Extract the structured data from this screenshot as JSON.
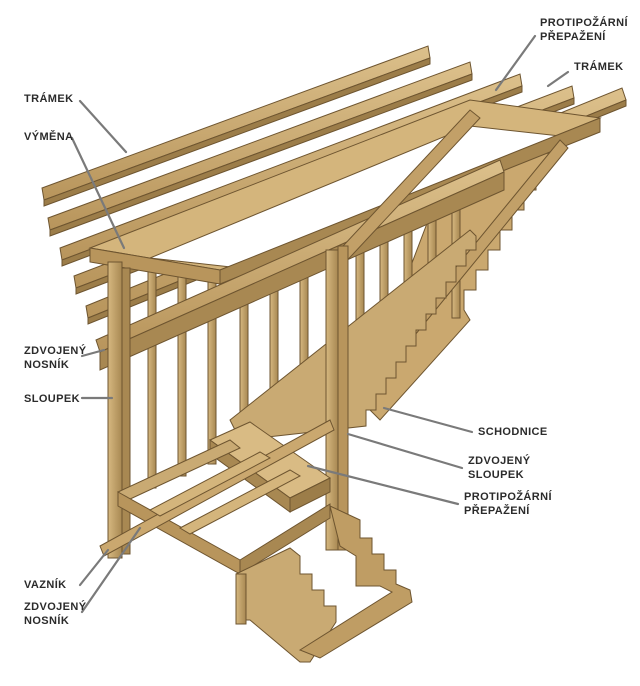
{
  "labels": {
    "tramek_left": "TRÁMEK",
    "vymena": "VÝMĚNA",
    "protipozarni_top": [
      "PROTIPOŽÁRNÍ",
      "PŘEPAŽENÍ"
    ],
    "tramek_right": "TRÁMEK",
    "zdvojeny_nosnik_mid": [
      "ZDVOJENÝ",
      "NOSNÍK"
    ],
    "sloupek": "SLOUPEK",
    "schodnice": "SCHODNICE",
    "zdvojeny_sloupek": [
      "ZDVOJENÝ",
      "SLOUPEK"
    ],
    "protipozarni_bottom": [
      "PROTIPOŽÁRNÍ",
      "PŘEPAŽENÍ"
    ],
    "vaznik": "VAZNÍK",
    "zdvojeny_nosnik_bottom": [
      "ZDVOJENÝ",
      "NOSNÍK"
    ]
  },
  "colors": {
    "wood_face": "#c9aa73",
    "wood_light": "#dcc08b",
    "wood_dark": "#9c7d49",
    "wood_edge": "#6e5530",
    "leader": "#7a7a7a",
    "text": "#2b2b2b"
  }
}
